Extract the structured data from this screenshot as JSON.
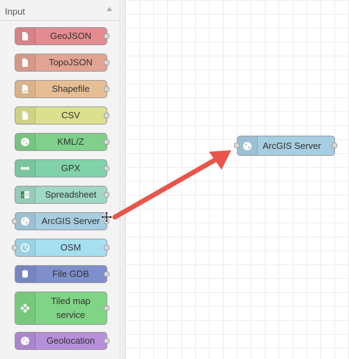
{
  "palette": {
    "category_label": "Input",
    "nodes": [
      {
        "label": "GeoJSON",
        "icon": "file-icon",
        "color": "#e48b90"
      },
      {
        "label": "TopoJSON",
        "icon": "file-icon",
        "color": "#e2a392"
      },
      {
        "label": "Shapefile",
        "icon": "shp-file-icon",
        "color": "#e7be94"
      },
      {
        "label": "CSV",
        "icon": "file-icon",
        "color": "#dbe08e"
      },
      {
        "label": "KML/Z",
        "icon": "globe-icon",
        "color": "#7fd08a"
      },
      {
        "label": "GPX",
        "icon": "satellite-icon",
        "color": "#80d2a9"
      },
      {
        "label": "Spreadsheet",
        "icon": "excel-icon",
        "color": "#9fd8c4"
      },
      {
        "label": "ArcGIS Server",
        "icon": "globe-icon",
        "color": "#a6cde0"
      },
      {
        "label": "OSM",
        "icon": "osm-icon",
        "color": "#a6dff0"
      },
      {
        "label": "File GDB",
        "icon": "database-icon",
        "color": "#7f8fcc"
      },
      {
        "label": "Tiled map\nservice",
        "icon": "tiles-icon",
        "color": "#7fd485"
      },
      {
        "label": "Geolocation",
        "icon": "globe-icon",
        "color": "#b68fd9"
      }
    ]
  },
  "workspace": {
    "node": {
      "label": "ArcGIS Server",
      "icon": "globe-icon",
      "color": "#a6cde0"
    },
    "arrow_color": "#e8554a"
  }
}
